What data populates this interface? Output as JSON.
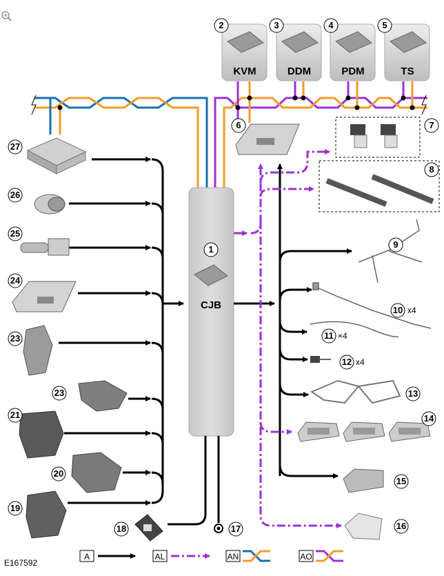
{
  "figure_id": "E167592",
  "modules": {
    "cjb": "CJB",
    "kvm": "KVM",
    "ddm": "DDM",
    "pdm": "PDM",
    "ts": "TS"
  },
  "callouts": [
    "1",
    "2",
    "3",
    "4",
    "5",
    "6",
    "7",
    "8",
    "9",
    "10",
    "11",
    "12",
    "13",
    "14",
    "15",
    "16",
    "17",
    "18",
    "19",
    "20",
    "21",
    "23",
    "23",
    "24",
    "25",
    "26",
    "27"
  ],
  "multipliers": {
    "item10": "x4",
    "item11": "×4",
    "item12": "x4"
  },
  "legend": [
    {
      "code": "A",
      "color": "#000000"
    },
    {
      "code": "AL",
      "color": "#9b30d9"
    },
    {
      "code": "AN",
      "colors": [
        "#1a6fae",
        "#f39a2b"
      ]
    },
    {
      "code": "AO",
      "colors": [
        "#9b30d9",
        "#f39a2b"
      ]
    }
  ],
  "colors": {
    "can_hs": "#1a6fae",
    "can_ms": "#f39a2b",
    "lin": "#9b30d9",
    "hardwire": "#000000",
    "module_fill": "#d4d4d4"
  }
}
